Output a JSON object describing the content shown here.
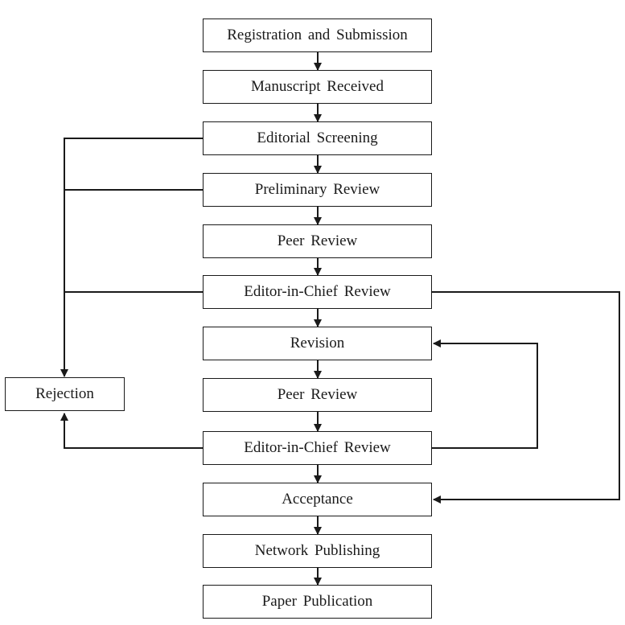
{
  "flow": {
    "steps": [
      "Registration and Submission",
      "Manuscript Received",
      "Editorial Screening",
      "Preliminary Review",
      "Peer Review",
      "Editor-in-Chief Review",
      "Revision",
      "Peer Review",
      "Editor-in-Chief Review",
      "Acceptance",
      "Network Publishing",
      "Paper Publication"
    ],
    "rejection": "Rejection"
  },
  "colors": {
    "stroke": "#1a1a1a",
    "background": "#ffffff"
  }
}
